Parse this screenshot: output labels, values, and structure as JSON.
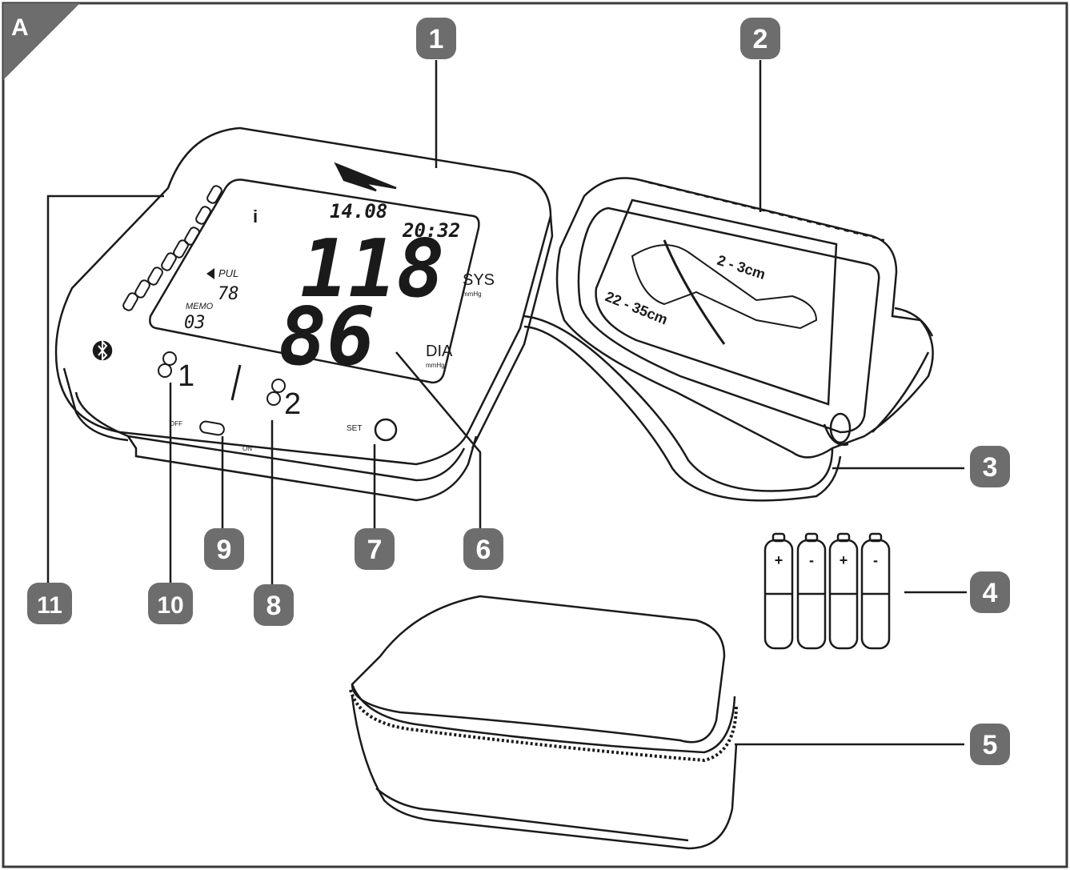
{
  "figure": {
    "panel_label": "A",
    "frame_color": "#3a3a3a",
    "badge_color": "#6d6d6d",
    "badge_text_color": "#ffffff"
  },
  "callouts": [
    {
      "number": "1"
    },
    {
      "number": "2"
    },
    {
      "number": "3"
    },
    {
      "number": "4"
    },
    {
      "number": "5"
    },
    {
      "number": "6"
    },
    {
      "number": "7"
    },
    {
      "number": "8"
    },
    {
      "number": "9"
    },
    {
      "number": "10"
    },
    {
      "number": "11"
    }
  ],
  "monitor": {
    "date": "14.08",
    "time": "20:32",
    "systolic": "118",
    "diastolic": "86",
    "sys_label": "SYS",
    "dia_label": "DIA",
    "unit_small": "mmHg",
    "pulse_label": "PUL",
    "pulse": "78",
    "memory_label": "MEMO",
    "memory": "03",
    "user1": "1",
    "user2": "2",
    "set_label": "SET",
    "off_label": "OFF",
    "on_label": "ON"
  },
  "cuff": {
    "range_label": "22 - 35cm",
    "gap_label": "2 - 3cm"
  },
  "batteries": {
    "count": 4,
    "terminals": [
      "+",
      "-",
      "+",
      "-"
    ]
  }
}
